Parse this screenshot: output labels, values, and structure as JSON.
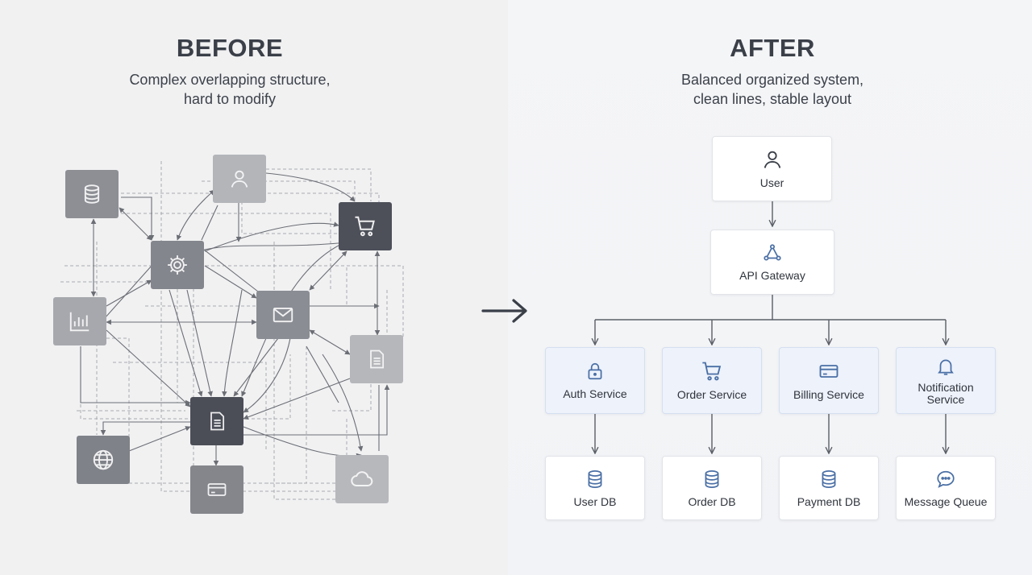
{
  "before": {
    "title": "BEFORE",
    "subtitle_lines": [
      "Complex overlapping structure,",
      "hard to modify"
    ],
    "tiles": [
      {
        "icon": "database-icon",
        "shade": "#8d8f95"
      },
      {
        "icon": "user-icon",
        "shade": "#b3b5b9"
      },
      {
        "icon": "cart-icon",
        "shade": "#4d5059"
      },
      {
        "icon": "gear-icon",
        "shade": "#84868d"
      },
      {
        "icon": "mail-icon",
        "shade": "#8a8d94"
      },
      {
        "icon": "bar-chart-icon",
        "shade": "#a6a8ad"
      },
      {
        "icon": "document-icon",
        "shade": "#b5b7ba"
      },
      {
        "icon": "document-icon",
        "shade": "#4b4e57"
      },
      {
        "icon": "globe-icon",
        "shade": "#7f8288"
      },
      {
        "icon": "card-icon",
        "shade": "#84868c"
      },
      {
        "icon": "cloud-icon",
        "shade": "#b7b8bc"
      }
    ]
  },
  "after": {
    "title": "AFTER",
    "subtitle_lines": [
      "Balanced organized system,",
      "clean lines, stable layout"
    ],
    "user": {
      "label": "User",
      "icon": "user-icon"
    },
    "gateway": {
      "label": "API Gateway",
      "icon": "share-icon"
    },
    "services": [
      {
        "label_lines": [
          "Auth Service"
        ],
        "icon": "lock-icon"
      },
      {
        "label_lines": [
          "Order Service"
        ],
        "icon": "cart-icon"
      },
      {
        "label_lines": [
          "Billing Service"
        ],
        "icon": "credit-card-icon"
      },
      {
        "label_lines": [
          "Notification",
          "Service"
        ],
        "icon": "bell-icon"
      }
    ],
    "databases": [
      {
        "label": "User DB",
        "icon": "database-icon"
      },
      {
        "label": "Order DB",
        "icon": "database-icon"
      },
      {
        "label": "Payment DB",
        "icon": "database-icon"
      },
      {
        "label": "Message Queue",
        "icon": "chat-icon"
      }
    ]
  },
  "colors": {
    "dark_text": "#3a3f48",
    "accent_blue": "#4a6fa5",
    "connector": "#5a5e66",
    "service_fill": "#edf2fb"
  }
}
